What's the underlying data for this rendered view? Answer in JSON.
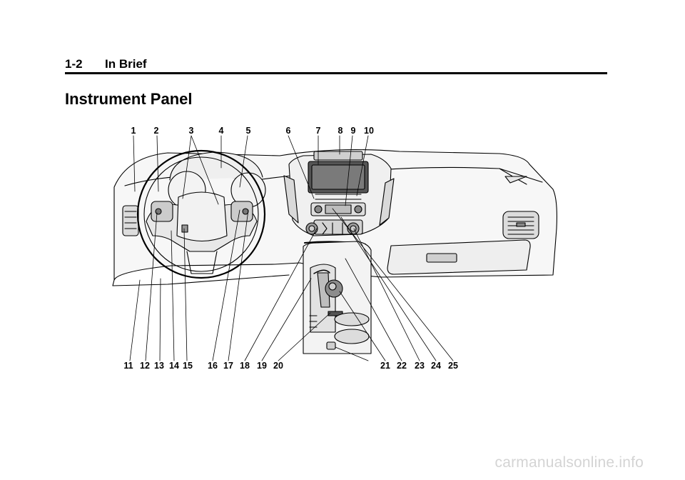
{
  "header": {
    "section": "1-2",
    "chapter": "In Brief"
  },
  "page_title": "Instrument Panel",
  "figure": {
    "top_callouts": [
      "1",
      "2",
      "3",
      "4",
      "5",
      "6",
      "7",
      "8",
      "9",
      "10"
    ],
    "bottom_callouts": [
      "11",
      "12",
      "13",
      "14",
      "15",
      "16",
      "17",
      "18",
      "19",
      "20",
      "21",
      "22",
      "23",
      "24",
      "25"
    ]
  },
  "watermark": "carmanualsonline.info"
}
